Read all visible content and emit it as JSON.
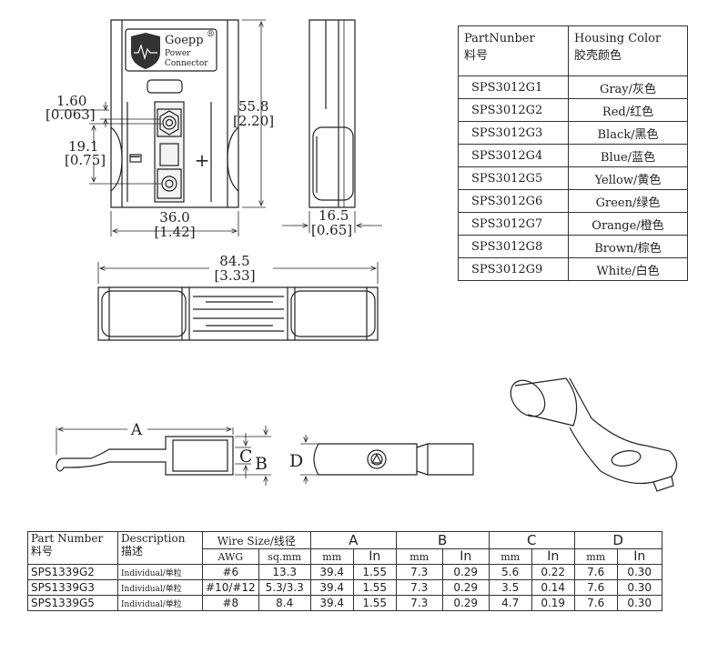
{
  "brand": {
    "name": "Goepp",
    "registered": "®",
    "line1": "Power",
    "line2": "Connector"
  },
  "dimensions": {
    "height_mm": "55.8",
    "height_in": "[2.20]",
    "small_mm": "1.60",
    "small_in": "[0.063]",
    "pitch_mm": "19.1",
    "pitch_in": "[0.75]",
    "width_mm": "36.0",
    "width_in": "[1.42]",
    "depth_mm": "16.5",
    "depth_in": "[0.65]",
    "mated_mm": "84.5",
    "mated_in": "[3.33]"
  },
  "polarity": {
    "minus": "−",
    "plus": "+"
  },
  "terminal_labels": {
    "a": "A",
    "b": "B",
    "c": "C",
    "d": "D"
  },
  "housing_table": {
    "headers": {
      "part_en": "PartNunber",
      "part_cn": "料号",
      "color_en": "Housing Color",
      "color_cn": "胶壳颜色"
    },
    "rows": [
      {
        "part": "SPS3012G1",
        "color": "Gray/灰色"
      },
      {
        "part": "SPS3012G2",
        "color": "Red/红色"
      },
      {
        "part": "SPS3012G3",
        "color": "Black/黑色"
      },
      {
        "part": "SPS3012G4",
        "color": "Blue/蓝色"
      },
      {
        "part": "SPS3012G5",
        "color": "Yellow/黄色"
      },
      {
        "part": "SPS3012G6",
        "color": "Green/绿色"
      },
      {
        "part": "SPS3012G7",
        "color": "Orange/橙色"
      },
      {
        "part": "SPS3012G8",
        "color": "Brown/棕色"
      },
      {
        "part": "SPS3012G9",
        "color": "White/白色"
      }
    ]
  },
  "terminal_table": {
    "headers": {
      "part_en": "Part Number",
      "part_cn": "料号",
      "desc_en": "Description",
      "desc_cn": "描述",
      "wire": "Wire Size/线径",
      "awg": "AWG",
      "sqmm": "sq.mm",
      "a": "A",
      "b": "B",
      "c": "C",
      "d": "D",
      "mm": "mm",
      "in": "In"
    },
    "rows": [
      {
        "part": "SPS1339G2",
        "desc": "Individual/单粒",
        "awg": "#6",
        "sqmm": "13.3",
        "a_mm": "39.4",
        "a_in": "1.55",
        "b_mm": "7.3",
        "b_in": "0.29",
        "c_mm": "5.6",
        "c_in": "0.22",
        "d_mm": "7.6",
        "d_in": "0.30"
      },
      {
        "part": "SPS1339G3",
        "desc": "Individual/单粒",
        "awg": "#10/#12",
        "sqmm": "5.3/3.3",
        "a_mm": "39.4",
        "a_in": "1.55",
        "b_mm": "7.3",
        "b_in": "0.29",
        "c_mm": "3.5",
        "c_in": "0.14",
        "d_mm": "7.6",
        "d_in": "0.30"
      },
      {
        "part": "SPS1339G5",
        "desc": "Individual/单粒",
        "awg": "#8",
        "sqmm": "8.4",
        "a_mm": "39.4",
        "a_in": "1.55",
        "b_mm": "7.3",
        "b_in": "0.29",
        "c_mm": "4.7",
        "c_in": "0.19",
        "d_mm": "7.6",
        "d_in": "0.30"
      }
    ]
  }
}
